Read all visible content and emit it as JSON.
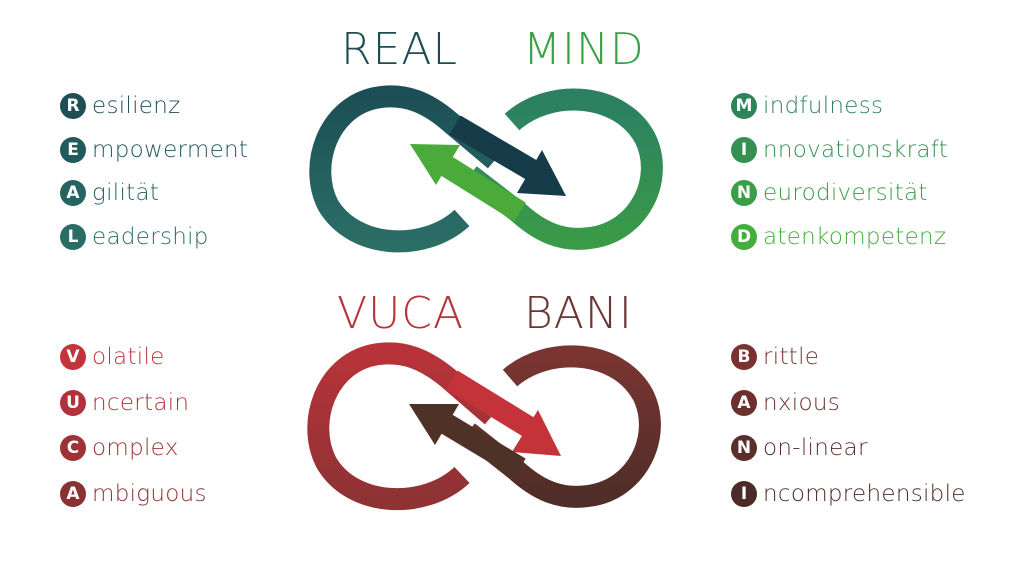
{
  "top": {
    "left_title": "REAL",
    "right_title": "MIND",
    "left_color": "#1d4d52",
    "right_color": "#3aa045",
    "left_items": [
      {
        "letter": "R",
        "rest": "esilienz",
        "color": "#1f4f55"
      },
      {
        "letter": "E",
        "rest": "mpowerment",
        "color": "#215a5c"
      },
      {
        "letter": "A",
        "rest": "gilität",
        "color": "#256460"
      },
      {
        "letter": "L",
        "rest": "eadership",
        "color": "#2a6d66"
      }
    ],
    "right_items": [
      {
        "letter": "M",
        "rest": "indfulness",
        "color": "#2f8358"
      },
      {
        "letter": "I",
        "rest": "nnovationskraft",
        "color": "#34914f"
      },
      {
        "letter": "N",
        "rest": "eurodiversität",
        "color": "#3a9d47"
      },
      {
        "letter": "D",
        "rest": "atenkompetenz",
        "color": "#44ae3c"
      }
    ]
  },
  "bottom": {
    "left_title": "VUCA",
    "right_title": "BANI",
    "left_color": "#b8333b",
    "right_color": "#6a3532",
    "left_items": [
      {
        "letter": "V",
        "rest": "olatile",
        "color": "#c2343b"
      },
      {
        "letter": "U",
        "rest": "ncertain",
        "color": "#b0323a"
      },
      {
        "letter": "C",
        "rest": "omplex",
        "color": "#9d3237"
      },
      {
        "letter": "A",
        "rest": "mbiguous",
        "color": "#8a3134"
      }
    ],
    "right_items": [
      {
        "letter": "B",
        "rest": "rittle",
        "color": "#7a3230"
      },
      {
        "letter": "A",
        "rest": "nxious",
        "color": "#6b312e"
      },
      {
        "letter": "N",
        "rest": "on-linear",
        "color": "#5a2e2a"
      },
      {
        "letter": "I",
        "rest": "ncomprehensible",
        "color": "#4a2b26"
      }
    ]
  }
}
